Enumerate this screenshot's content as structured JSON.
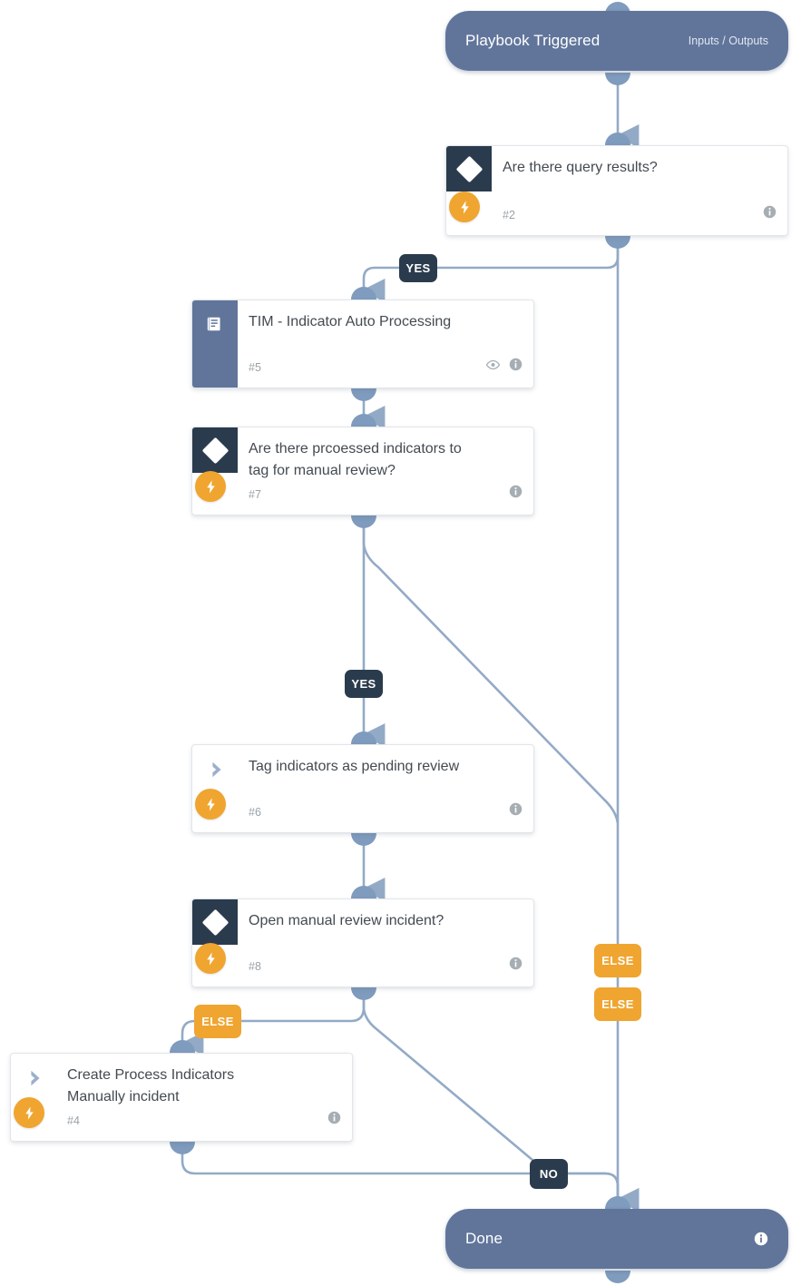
{
  "canvas": {
    "background": "#ffffff",
    "edge_color": "#93aac6",
    "accent_dark": "#2b3b4e",
    "accent_orange": "#efa530",
    "accent_blue": "#61759b"
  },
  "start_node": {
    "title": "Playbook Triggered",
    "right_label": "Inputs / Outputs"
  },
  "end_node": {
    "title": "Done",
    "info_icon": "info-icon"
  },
  "nodes": [
    {
      "id": "n2",
      "type": "condition",
      "title": "Are there query results?",
      "number": "#2",
      "icon": "diamond-icon",
      "badge_icon": "lightning-bolt-icon",
      "icons": [
        "info-icon"
      ]
    },
    {
      "id": "n5",
      "type": "sub-playbook",
      "title": "TIM - Indicator Auto Processing",
      "number": "#5",
      "icon": "playbook-book-icon",
      "icons": [
        "eye-icon",
        "info-icon"
      ]
    },
    {
      "id": "n7",
      "type": "condition",
      "title": "Are there prcoessed indicators to tag for manual review?",
      "number": "#7",
      "icon": "diamond-icon",
      "badge_icon": "lightning-bolt-icon",
      "icons": [
        "info-icon"
      ]
    },
    {
      "id": "n6",
      "type": "task",
      "title": "Tag indicators as pending review",
      "number": "#6",
      "icon": "chevron-right-icon",
      "badge_icon": "lightning-bolt-icon",
      "icons": [
        "info-icon"
      ]
    },
    {
      "id": "n8",
      "type": "condition",
      "title": "Open manual review incident?",
      "number": "#8",
      "icon": "diamond-icon",
      "badge_icon": "lightning-bolt-icon",
      "icons": [
        "info-icon"
      ]
    },
    {
      "id": "n4",
      "type": "task",
      "title": "Create Process Indicators Manually incident",
      "number": "#4",
      "icon": "chevron-right-icon",
      "badge_icon": "lightning-bolt-icon",
      "icons": [
        "info-icon"
      ]
    }
  ],
  "edge_labels": {
    "yes_top": "YES",
    "yes_mid": "YES",
    "else_right_upper": "ELSE",
    "else_right_lower": "ELSE",
    "else_left": "ELSE",
    "no_bottom": "NO"
  }
}
